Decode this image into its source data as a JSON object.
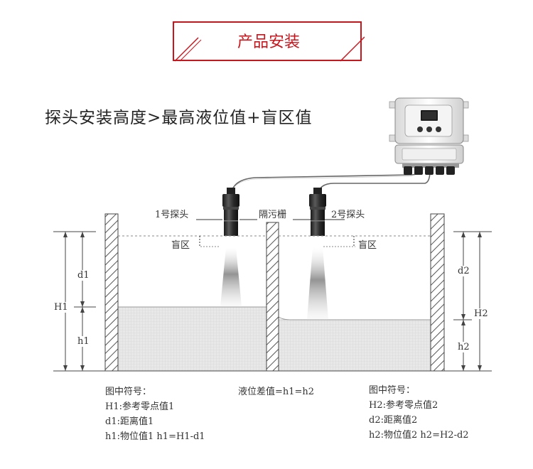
{
  "banner": {
    "title": "产品安装"
  },
  "heading": "探头安装高度>最高液位值+盲区值",
  "labels": {
    "probe1": "1号探头",
    "probe2": "2号探头",
    "grille": "隔污栅",
    "blind1": "盲区",
    "blind2": "盲区",
    "H1": "H1",
    "d1": "d1",
    "h1": "h1",
    "H2": "H2",
    "d2": "d2",
    "h2": "h2"
  },
  "legend_left": {
    "title": "图中符号：",
    "lines": [
      "H1:参考零点值1",
      "d1:距离值1",
      "h1:物位值1  h1=H1-d1"
    ]
  },
  "legend_mid": "液位差值=h1=h2",
  "legend_right": {
    "title": "图中符号：",
    "lines": [
      "H2:参考零点值2",
      "d2:距离值2",
      "h2:物位值2   h2=H2-d2"
    ]
  },
  "colors": {
    "accent": "#c8161d",
    "liquid": "#e6e6e6",
    "wall": "#555555"
  }
}
